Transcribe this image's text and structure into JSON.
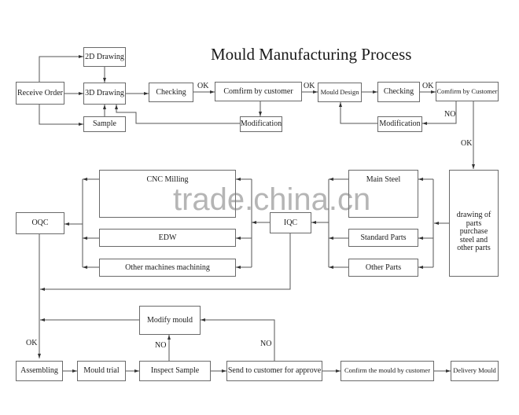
{
  "title": "Mould Manufacturing Process",
  "watermark": "trade.china.cn",
  "nodes": {
    "receive_order": "Receive Order",
    "drawing_2d": "2D Drawing",
    "drawing_3d": "3D Drawing",
    "sample": "Sample",
    "checking_1": "Checking",
    "confirm_customer_1": "Comfirm by customer",
    "modification_1": "Modification",
    "mould_design": "Mould Design",
    "checking_2": "Checking",
    "confirm_customer_2": "Comfirm by Customer",
    "modification_2": "Modification",
    "parts_purchase": "drawing of parts purchase steel and other parts",
    "main_steel": "Main Steel",
    "standard_parts": "Standard Parts",
    "other_parts": "Other Parts",
    "iqc": "IQC",
    "cnc_milling": "CNC Milling",
    "edw": "EDW",
    "other_machining": "Other machines machining",
    "oqc": "OQC",
    "assembling": "Assembling",
    "mould_trial": "Mould trial",
    "inspect_sample": "Inspect Sample",
    "modify_mould": "Modify mould",
    "send_customer": "Send to customer for approve",
    "confirm_mould": "Confirm the mould by customer",
    "delivery": "Delivery Mould"
  },
  "edge_labels": {
    "ok_checking_confirm": "OK",
    "ok_confirm_design": "OK",
    "ok_checking2_confirm2": "OK",
    "no_confirm2_modification": "NO",
    "ok_confirm2_purchase": "OK",
    "ok_to_assembling": "OK",
    "no_inspect_modify": "NO",
    "no_send_modify": "NO"
  }
}
